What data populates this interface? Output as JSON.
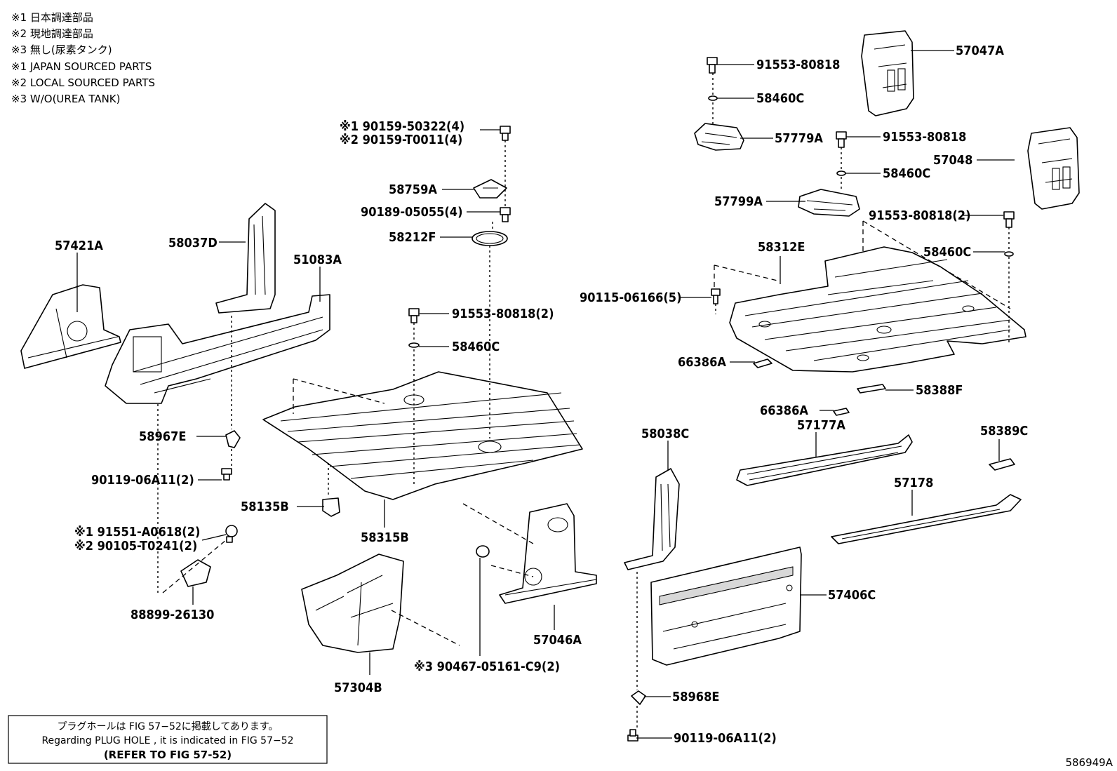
{
  "legend": [
    "※1 日本調達部品",
    "※2 現地調達部品",
    "※3 無し(尿素タンク)",
    "※1 JAPAN SOURCED PARTS",
    "※2 LOCAL SOURCED PARTS",
    "※3 W/O(UREA TANK)"
  ],
  "labels": {
    "p57047A": "57047A",
    "p57048": "57048",
    "p91553_80818_a": "91553-80818",
    "p58460C_a": "58460C",
    "p57779A": "57779A",
    "p91553_80818_b": "91553-80818",
    "p58460C_b": "58460C",
    "p57799A": "57799A",
    "p91553_80818_c": "91553-80818(2)",
    "p58460C_c": "58460C",
    "p58312E": "58312E",
    "p90115_06166": "90115-06166(5)",
    "p66386A_a": "66386A",
    "p58388F": "58388F",
    "p66386A_b": "66386A",
    "p57177A": "57177A",
    "p58389C": "58389C",
    "p57178": "57178",
    "p57406C": "57406C",
    "p58038C": "58038C",
    "p58968E": "58968E",
    "p90119_06A11_b": "90119-06A11(2)",
    "p90159_50322": "※1 90159-50322(4)",
    "p90159_T0011": "※2 90159-T0011(4)",
    "p58759A": "58759A",
    "p90189_05055": "90189-05055(4)",
    "p58212F": "58212F",
    "p91553_80818_d": "91553-80818(2)",
    "p58460C_d": "58460C",
    "p58315B": "58315B",
    "p58135B": "58135B",
    "p57046A": "57046A",
    "p90467_05161": "※3 90467-05161-C9(2)",
    "p57304B": "57304B",
    "p57421A": "57421A",
    "p58037D": "58037D",
    "p51083A": "51083A",
    "p58967E": "58967E",
    "p90119_06A11_a": "90119-06A11(2)",
    "p91551_A0618": "※1 91551-A0618(2)",
    "p90105_T0241": "※2 90105-T0241(2)",
    "p88899_26130": "88899-26130"
  },
  "note": {
    "line1": "プラグホールは FIG 57−52に掲載してあります。",
    "line2": "Regarding PLUG HOLE , it is indicated in FIG 57−52",
    "line3": "(REFER TO FIG 57-52)"
  },
  "figure_id": "586949A"
}
